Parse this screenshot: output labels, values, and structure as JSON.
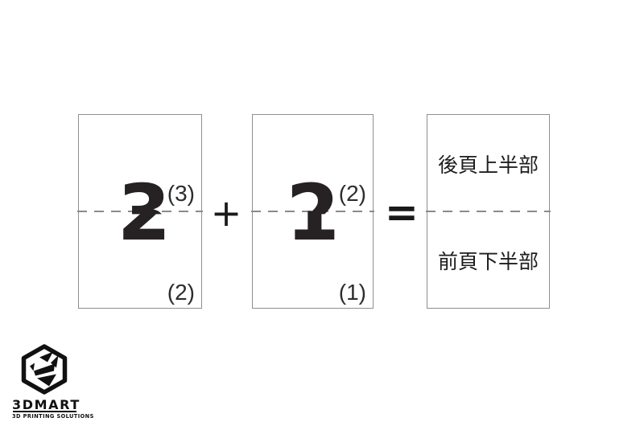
{
  "diagram": {
    "description_colors": {
      "card_border": "#8f8f8f",
      "fold_dash": "#8a8a8a",
      "digit": "#262223",
      "label": "#2d2d2d",
      "result_text": "#1e1e1e"
    },
    "cards": [
      {
        "top_half_digit": "3",
        "bottom_half_digit": "2",
        "top_label": "(3)",
        "bottom_label": "(2)"
      },
      {
        "top_half_digit": "2",
        "bottom_half_digit": "1",
        "top_label": "(2)",
        "bottom_label": "(1)"
      },
      {
        "top_text": "後頁上半部",
        "bottom_text": "前頁下半部"
      }
    ],
    "operators": {
      "plus": "+",
      "equals": "="
    }
  },
  "logo": {
    "icon": "hexagon-fox-icon",
    "name": "3DMART",
    "tagline": "3D PRINTING SOLUTIONS"
  }
}
